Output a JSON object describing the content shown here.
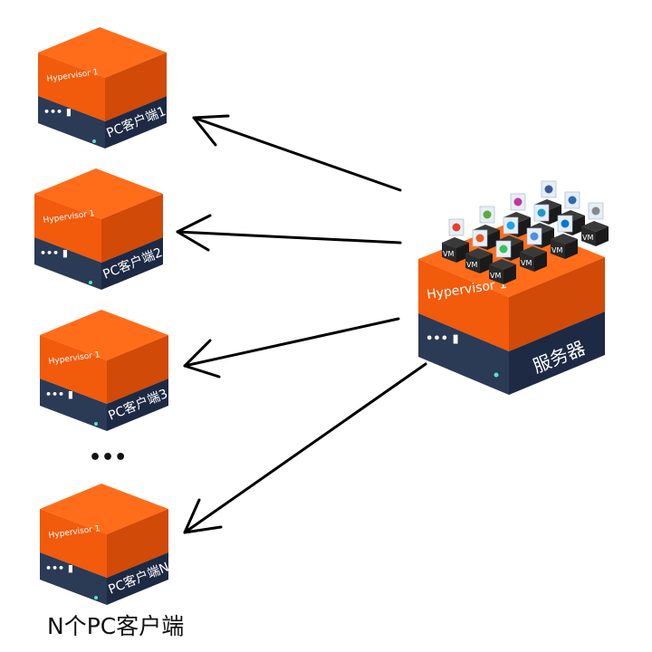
{
  "clients": [
    {
      "id": "client-1",
      "hypervisor_label": "Hypervisor 1",
      "name": "PC客户端1"
    },
    {
      "id": "client-2",
      "hypervisor_label": "Hypervisor 1",
      "name": "PC客户端2"
    },
    {
      "id": "client-3",
      "hypervisor_label": "Hypervisor 1",
      "name": "PC客户端3"
    },
    {
      "id": "client-n",
      "hypervisor_label": "Hypervisor 1",
      "name": "PC客户端N"
    }
  ],
  "ellipsis": "•••",
  "caption": "N个PC客户端",
  "server": {
    "hypervisor_label": "Hypervisor 1",
    "name": "服务器",
    "vm_label": "VM",
    "vm_count": 12,
    "vm_icons": [
      "chrome-icon",
      "image-icon",
      "instagram-icon",
      "facebook-icon",
      "ppt-icon",
      "twitter-icon",
      "skype-icon",
      "mail-icon",
      "messenger-icon",
      "photo-icon",
      "edge-icon",
      "vm-icon"
    ]
  },
  "colors": {
    "orange_top": "#FF6D1A",
    "orange_front": "#F25A0C",
    "orange_side": "#C84406",
    "navy_front": "#2B3A55",
    "navy_side": "#1C2740",
    "vm_dark": "#2C2C2C",
    "arrow": "#000000"
  }
}
